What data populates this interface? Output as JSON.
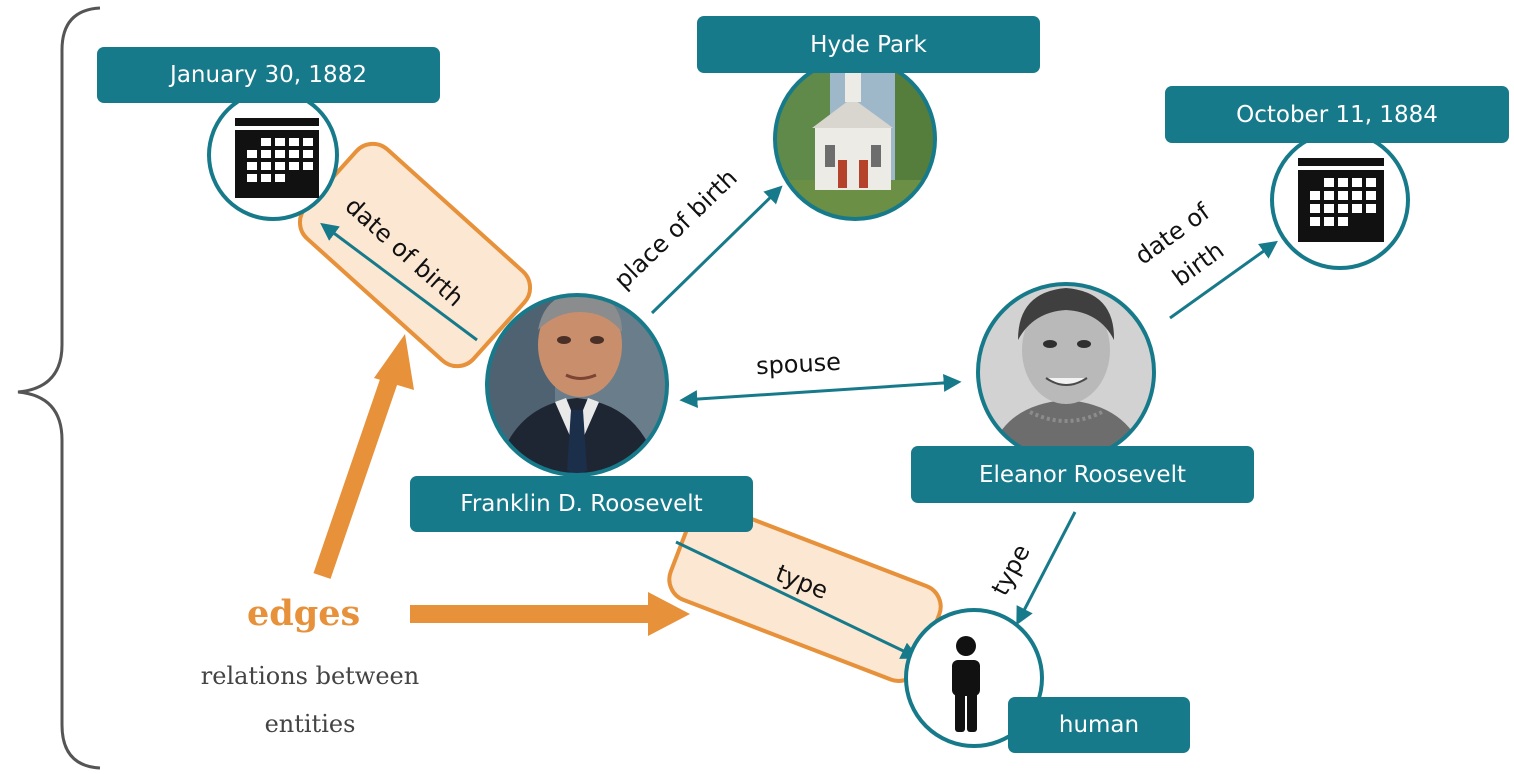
{
  "nodes": {
    "birth_date_fdr": "January 30, 1882",
    "place_hyde_park": "Hyde Park",
    "birth_date_eleanor": "October 11, 1884",
    "fdr": "Franklin D. Roosevelt",
    "eleanor": "Eleanor Roosevelt",
    "human": "human"
  },
  "edges": {
    "fdr_date_of_birth": "date of birth",
    "fdr_place_of_birth": "place of birth",
    "eleanor_date_of_birth_line1": "date of",
    "eleanor_date_of_birth_line2": "birth",
    "spouse": "spouse",
    "fdr_type": "type",
    "eleanor_type": "type"
  },
  "legend": {
    "title": "edges",
    "description_line1": "relations between",
    "description_line2": "entities"
  },
  "icons": {
    "calendar": "calendar-icon",
    "person": "person-icon",
    "church_photo": "church-photo",
    "fdr_photo": "fdr-portrait",
    "eleanor_photo": "eleanor-portrait"
  },
  "colors": {
    "node_teal": "#177a8a",
    "highlight_orange": "#e7913a",
    "highlight_fill": "#fbe7d2"
  }
}
